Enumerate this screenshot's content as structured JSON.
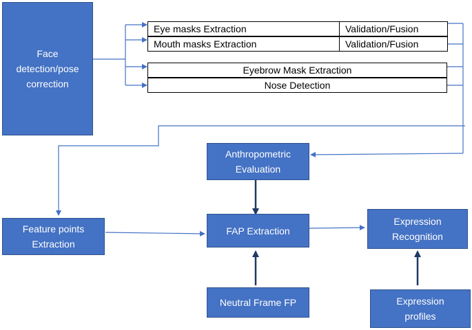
{
  "diagram": {
    "face_box": "Face\ndetection/pose\ncorrection",
    "rows": {
      "eye": {
        "label": "Eye masks Extraction",
        "result": "Validation/Fusion"
      },
      "mouth": {
        "label": "Mouth masks Extraction",
        "result": "Validation/Fusion"
      },
      "eyebrow": {
        "label": "Eyebrow Mask Extraction"
      },
      "nose": {
        "label": "Nose Detection"
      }
    },
    "anthropometric": "Anthropometric\nEvaluation",
    "feature_points": "Feature points\nExtraction",
    "fap": "FAP Extraction",
    "expression_recognition": "Expression\nRecognition",
    "neutral_frame": "Neutral Frame FP",
    "expression_profiles": "Expression\nprofiles",
    "colors": {
      "box_fill": "#4472c4",
      "box_border": "#2f528f",
      "connector": "#4472c4",
      "heavy_arrow": "#1f3864"
    }
  }
}
